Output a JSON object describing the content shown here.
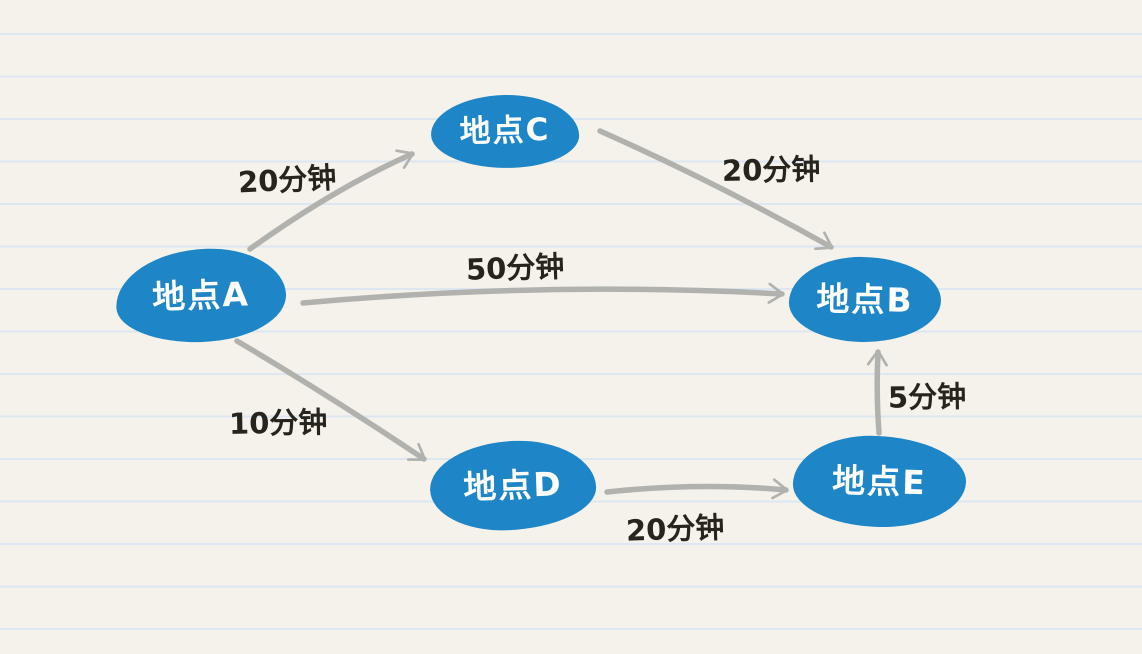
{
  "diagram": {
    "title": "route-time-diagram",
    "nodes": [
      {
        "id": "A",
        "label": "地点A"
      },
      {
        "id": "C",
        "label": "地点C"
      },
      {
        "id": "B",
        "label": "地点B"
      },
      {
        "id": "D",
        "label": "地点D"
      },
      {
        "id": "E",
        "label": "地点E"
      }
    ],
    "edges": [
      {
        "from": "A",
        "to": "C",
        "label": "20分钟"
      },
      {
        "from": "C",
        "to": "B",
        "label": "20分钟"
      },
      {
        "from": "A",
        "to": "B",
        "label": "50分钟"
      },
      {
        "from": "A",
        "to": "D",
        "label": "10分钟"
      },
      {
        "from": "D",
        "to": "E",
        "label": "20分钟"
      },
      {
        "from": "E",
        "to": "B",
        "label": "5分钟"
      }
    ],
    "colors": {
      "background": "#f4f2ea",
      "ruled_line": "#dde7f1",
      "node_fill": "#1e86c6",
      "node_text": "#ffffff",
      "arrow": "#b1b1ae",
      "edge_label_text": "#26241d"
    }
  }
}
